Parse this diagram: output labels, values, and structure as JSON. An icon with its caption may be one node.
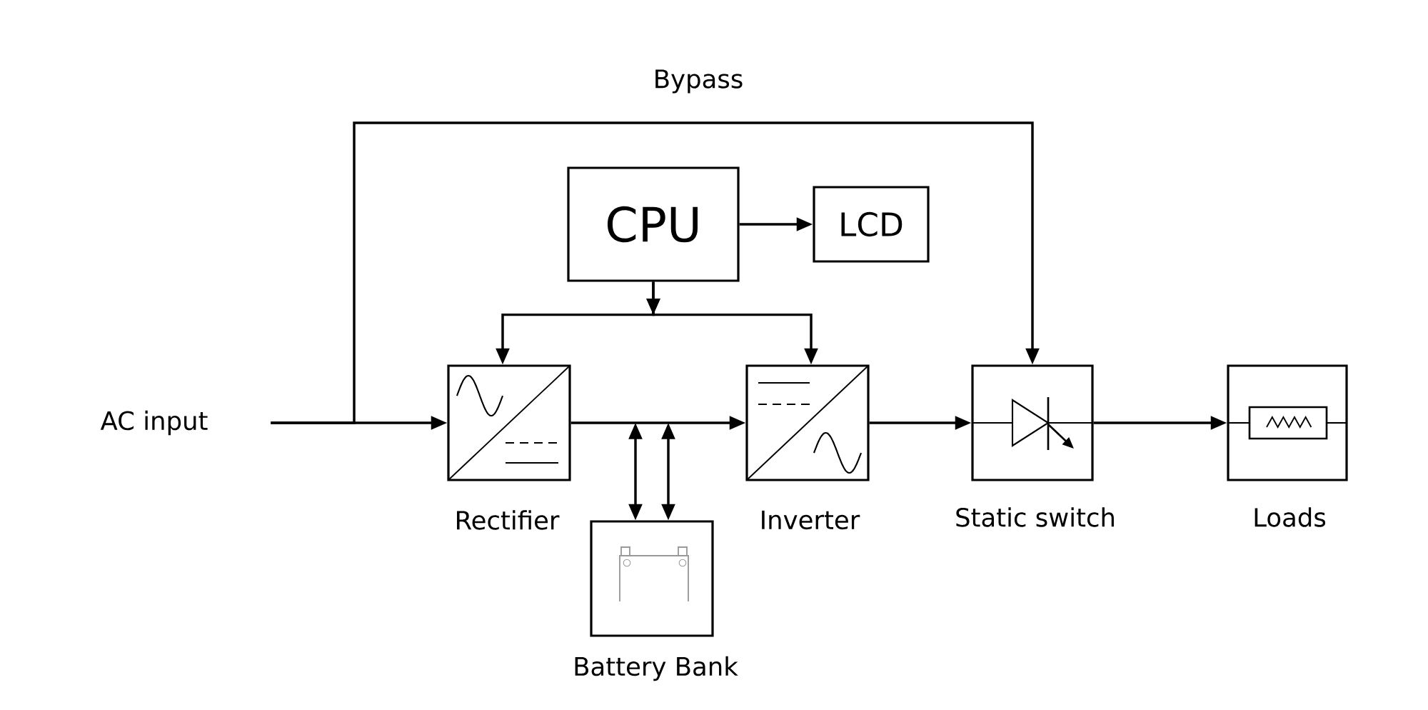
{
  "diagram": {
    "nodes": [
      {
        "text": [
          "AC input"
        ]
      },
      {
        "text": [
          "CPU"
        ]
      },
      {
        "text": [
          "LCD"
        ]
      },
      {
        "text": [],
        "shape": "box",
        "beside": [
          "Rectifier"
        ]
      },
      {
        "text": [],
        "shape": "box",
        "beside": [
          "Inverter"
        ]
      },
      {
        "text": [],
        "shape": "box",
        "beside": [
          "Battery Bank"
        ]
      },
      {
        "text": [],
        "shape": "box",
        "beside": [
          "Static switch"
        ]
      },
      {
        "text": [],
        "shape": "box",
        "beside": [
          "Loads"
        ]
      }
    ],
    "edges": [
      {
        "from": 0,
        "to": 3,
        "arrow": "to"
      },
      {
        "from": 1,
        "to": 2,
        "arrow": "to"
      },
      {
        "from": 1,
        "to": 3,
        "arrow": "to"
      },
      {
        "from": 1,
        "to": 4,
        "arrow": "to"
      },
      {
        "from": 3,
        "to": 4,
        "arrow": "to"
      },
      {
        "from": null,
        "to": 5,
        "arrow": "both"
      },
      {
        "from": null,
        "to": 5,
        "arrow": "both"
      },
      {
        "from": 4,
        "to": 6,
        "arrow": "to"
      },
      {
        "from": 6,
        "to": 7,
        "arrow": "to"
      },
      {
        "from": 0,
        "to": 6,
        "arrow": "to",
        "label": "Bypass"
      }
    ]
  }
}
